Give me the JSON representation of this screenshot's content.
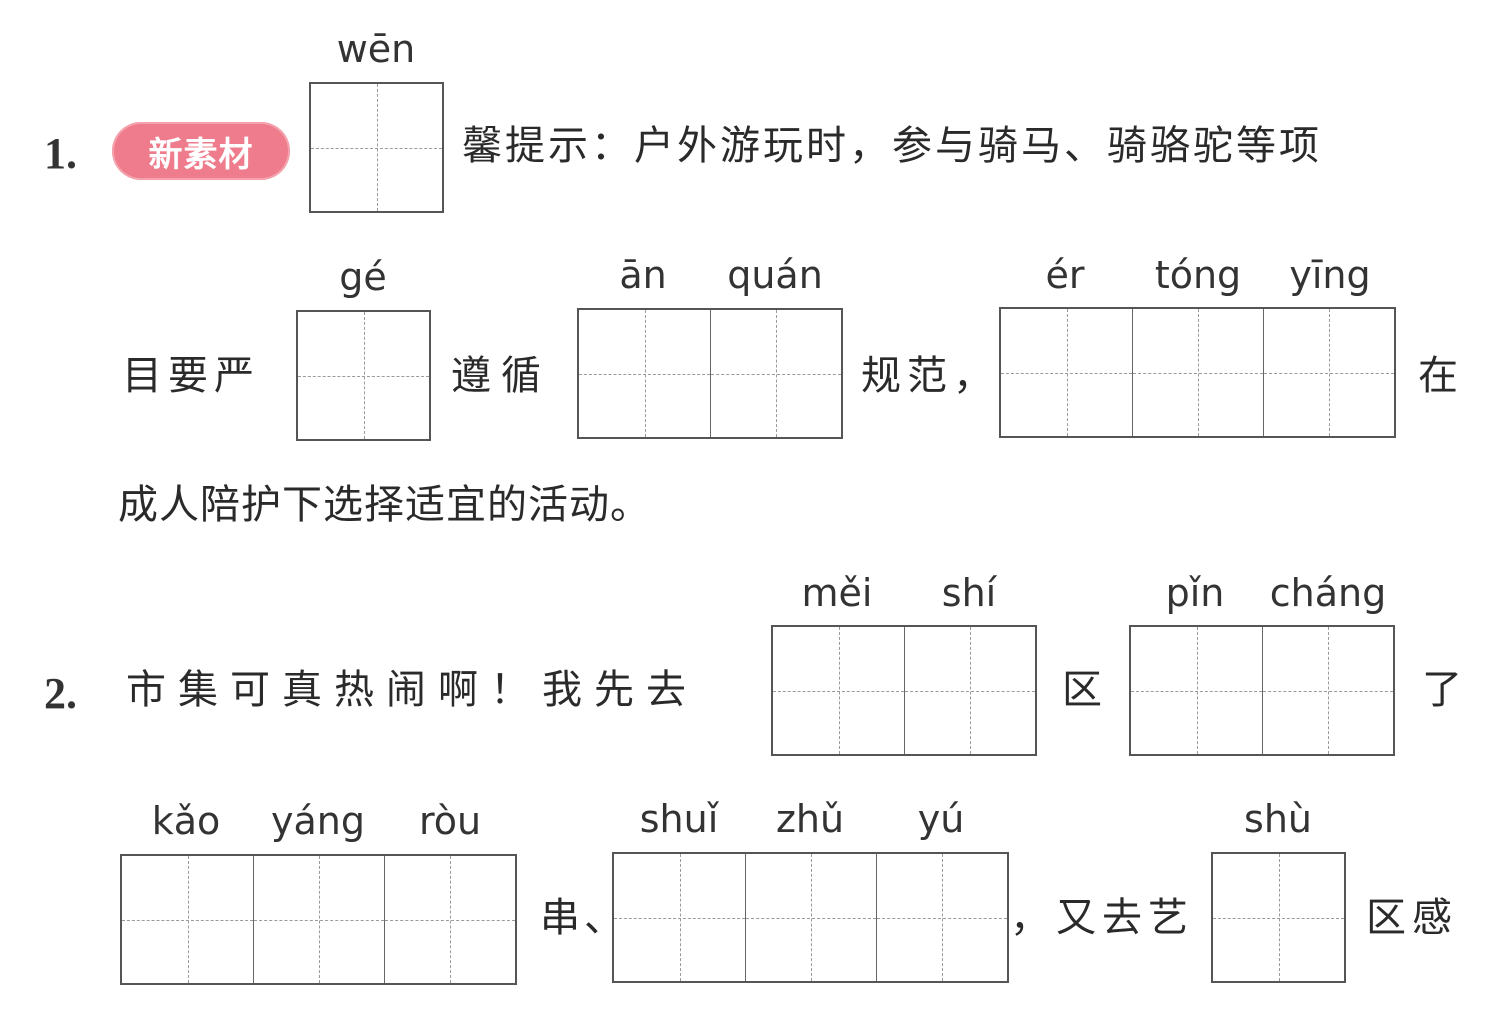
{
  "q1": {
    "number": "1.",
    "badge": "新素材",
    "line1_text": "馨提示：户外游玩时，参与骑马、骑骆驼等项",
    "line2_prefix": "目要严",
    "line2_mid1": "遵循",
    "line2_mid2": "规范，",
    "line2_end": "在",
    "line3_text": "成人陪护下选择适宜的活动。",
    "pinyin": {
      "wen": "wēn",
      "ge": "gé",
      "an": "ān",
      "quan": "quán",
      "er": "ér",
      "tong": "tóng",
      "ying": "yīng"
    }
  },
  "q2": {
    "number": "2.",
    "line1_text": "市集可真热闹啊！我先去",
    "line1_mid": "区",
    "line1_end": "了",
    "line2_mid1": "串、",
    "line2_mid2": "，又去艺",
    "line2_end": "区感",
    "pinyin": {
      "mei": "měi",
      "shi": "shí",
      "pin": "pǐn",
      "chang": "cháng",
      "kao": "kǎo",
      "yang": "yáng",
      "rou": "ròu",
      "shui": "shuǐ",
      "zhu": "zhǔ",
      "yu": "yú",
      "shu": "shù"
    }
  }
}
